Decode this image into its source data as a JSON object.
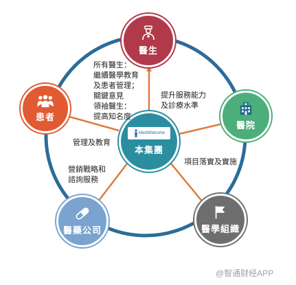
{
  "colors": {
    "doctor": "#b13a4a",
    "hospital": "#4cae7a",
    "org": "#6e6e6e",
    "pharma": "#7aa3cf",
    "patient": "#e15a32",
    "center": "#2a8ea0",
    "ring": "#2c6c98",
    "arrow": "#e07a3a"
  },
  "center": {
    "logo_text": "MediWelcome",
    "logo_icon": "person-icon",
    "label": "本集團"
  },
  "nodes": {
    "doctor": {
      "label": "醫生",
      "icon": "doctor-icon"
    },
    "hospital": {
      "label": "醫院",
      "icon": "hospital-building-icon"
    },
    "org": {
      "label": "醫學組織",
      "icon": "flag-icon"
    },
    "pharma": {
      "label": "醫藥公司",
      "icon": "pill-icon"
    },
    "patient": {
      "label": "患者",
      "icon": "people-icon"
    }
  },
  "edge_labels": {
    "doctor_text": "所有醫生：\n繼續醫學教育\n及患者管理；\n關鍵意見\n領袖醫生：\n提高知名度",
    "hospital_text": "提升服務能力\n及診療水準",
    "org_text": "項目落實及實施",
    "pharma_text": "營銷戰略和\n諮詢服務",
    "patient_text": "管理及教育"
  },
  "watermark": "@智通财经APP"
}
